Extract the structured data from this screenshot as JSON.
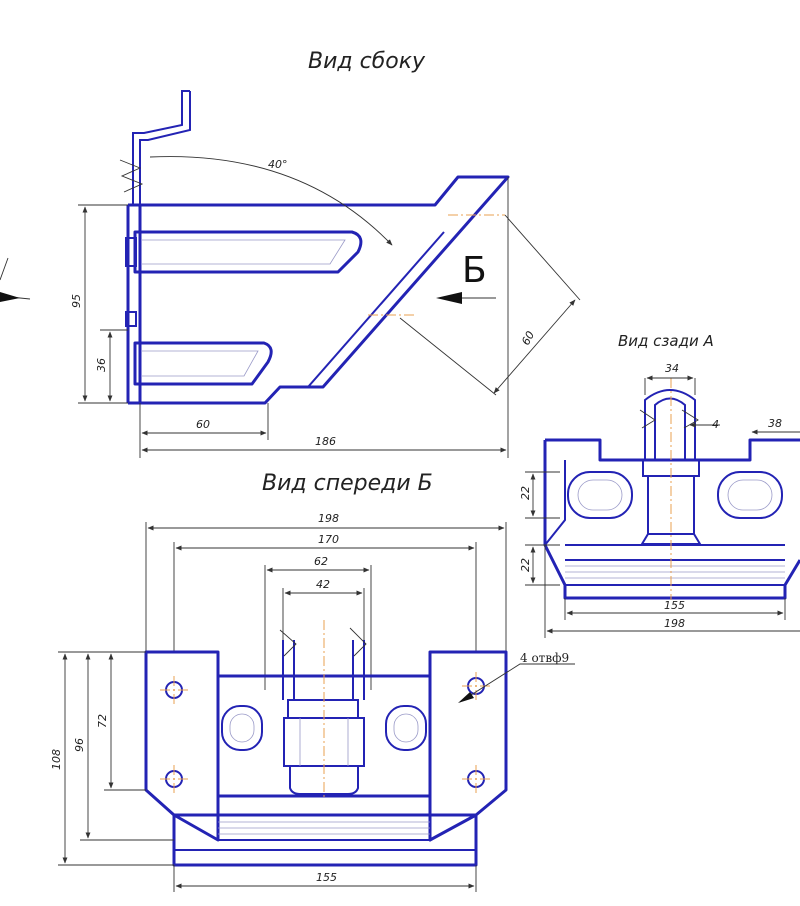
{
  "views": {
    "side": {
      "title": "Вид сбоку",
      "angle": "40°",
      "arrow_letter": "Б"
    },
    "rear": {
      "title": "Вид сзади А"
    },
    "front": {
      "title": "Вид спереди Б"
    }
  },
  "dimensions": {
    "side": {
      "d95": "95",
      "d36": "36",
      "d60h": "60",
      "d186": "186",
      "d60s": "60"
    },
    "rear": {
      "d34": "34",
      "d4": "4",
      "d38": "38",
      "d22a": "22",
      "d22b": "22",
      "d155": "155",
      "d198": "198"
    },
    "front": {
      "d198": "198",
      "d170": "170",
      "d62": "62",
      "d42": "42",
      "d108": "108",
      "d96": "96",
      "d72": "72",
      "d155": "155",
      "holes": "4 отвф9"
    }
  },
  "colors": {
    "outline": "#2323b4",
    "centerline": "#e8a050",
    "dimension": "#333333"
  }
}
